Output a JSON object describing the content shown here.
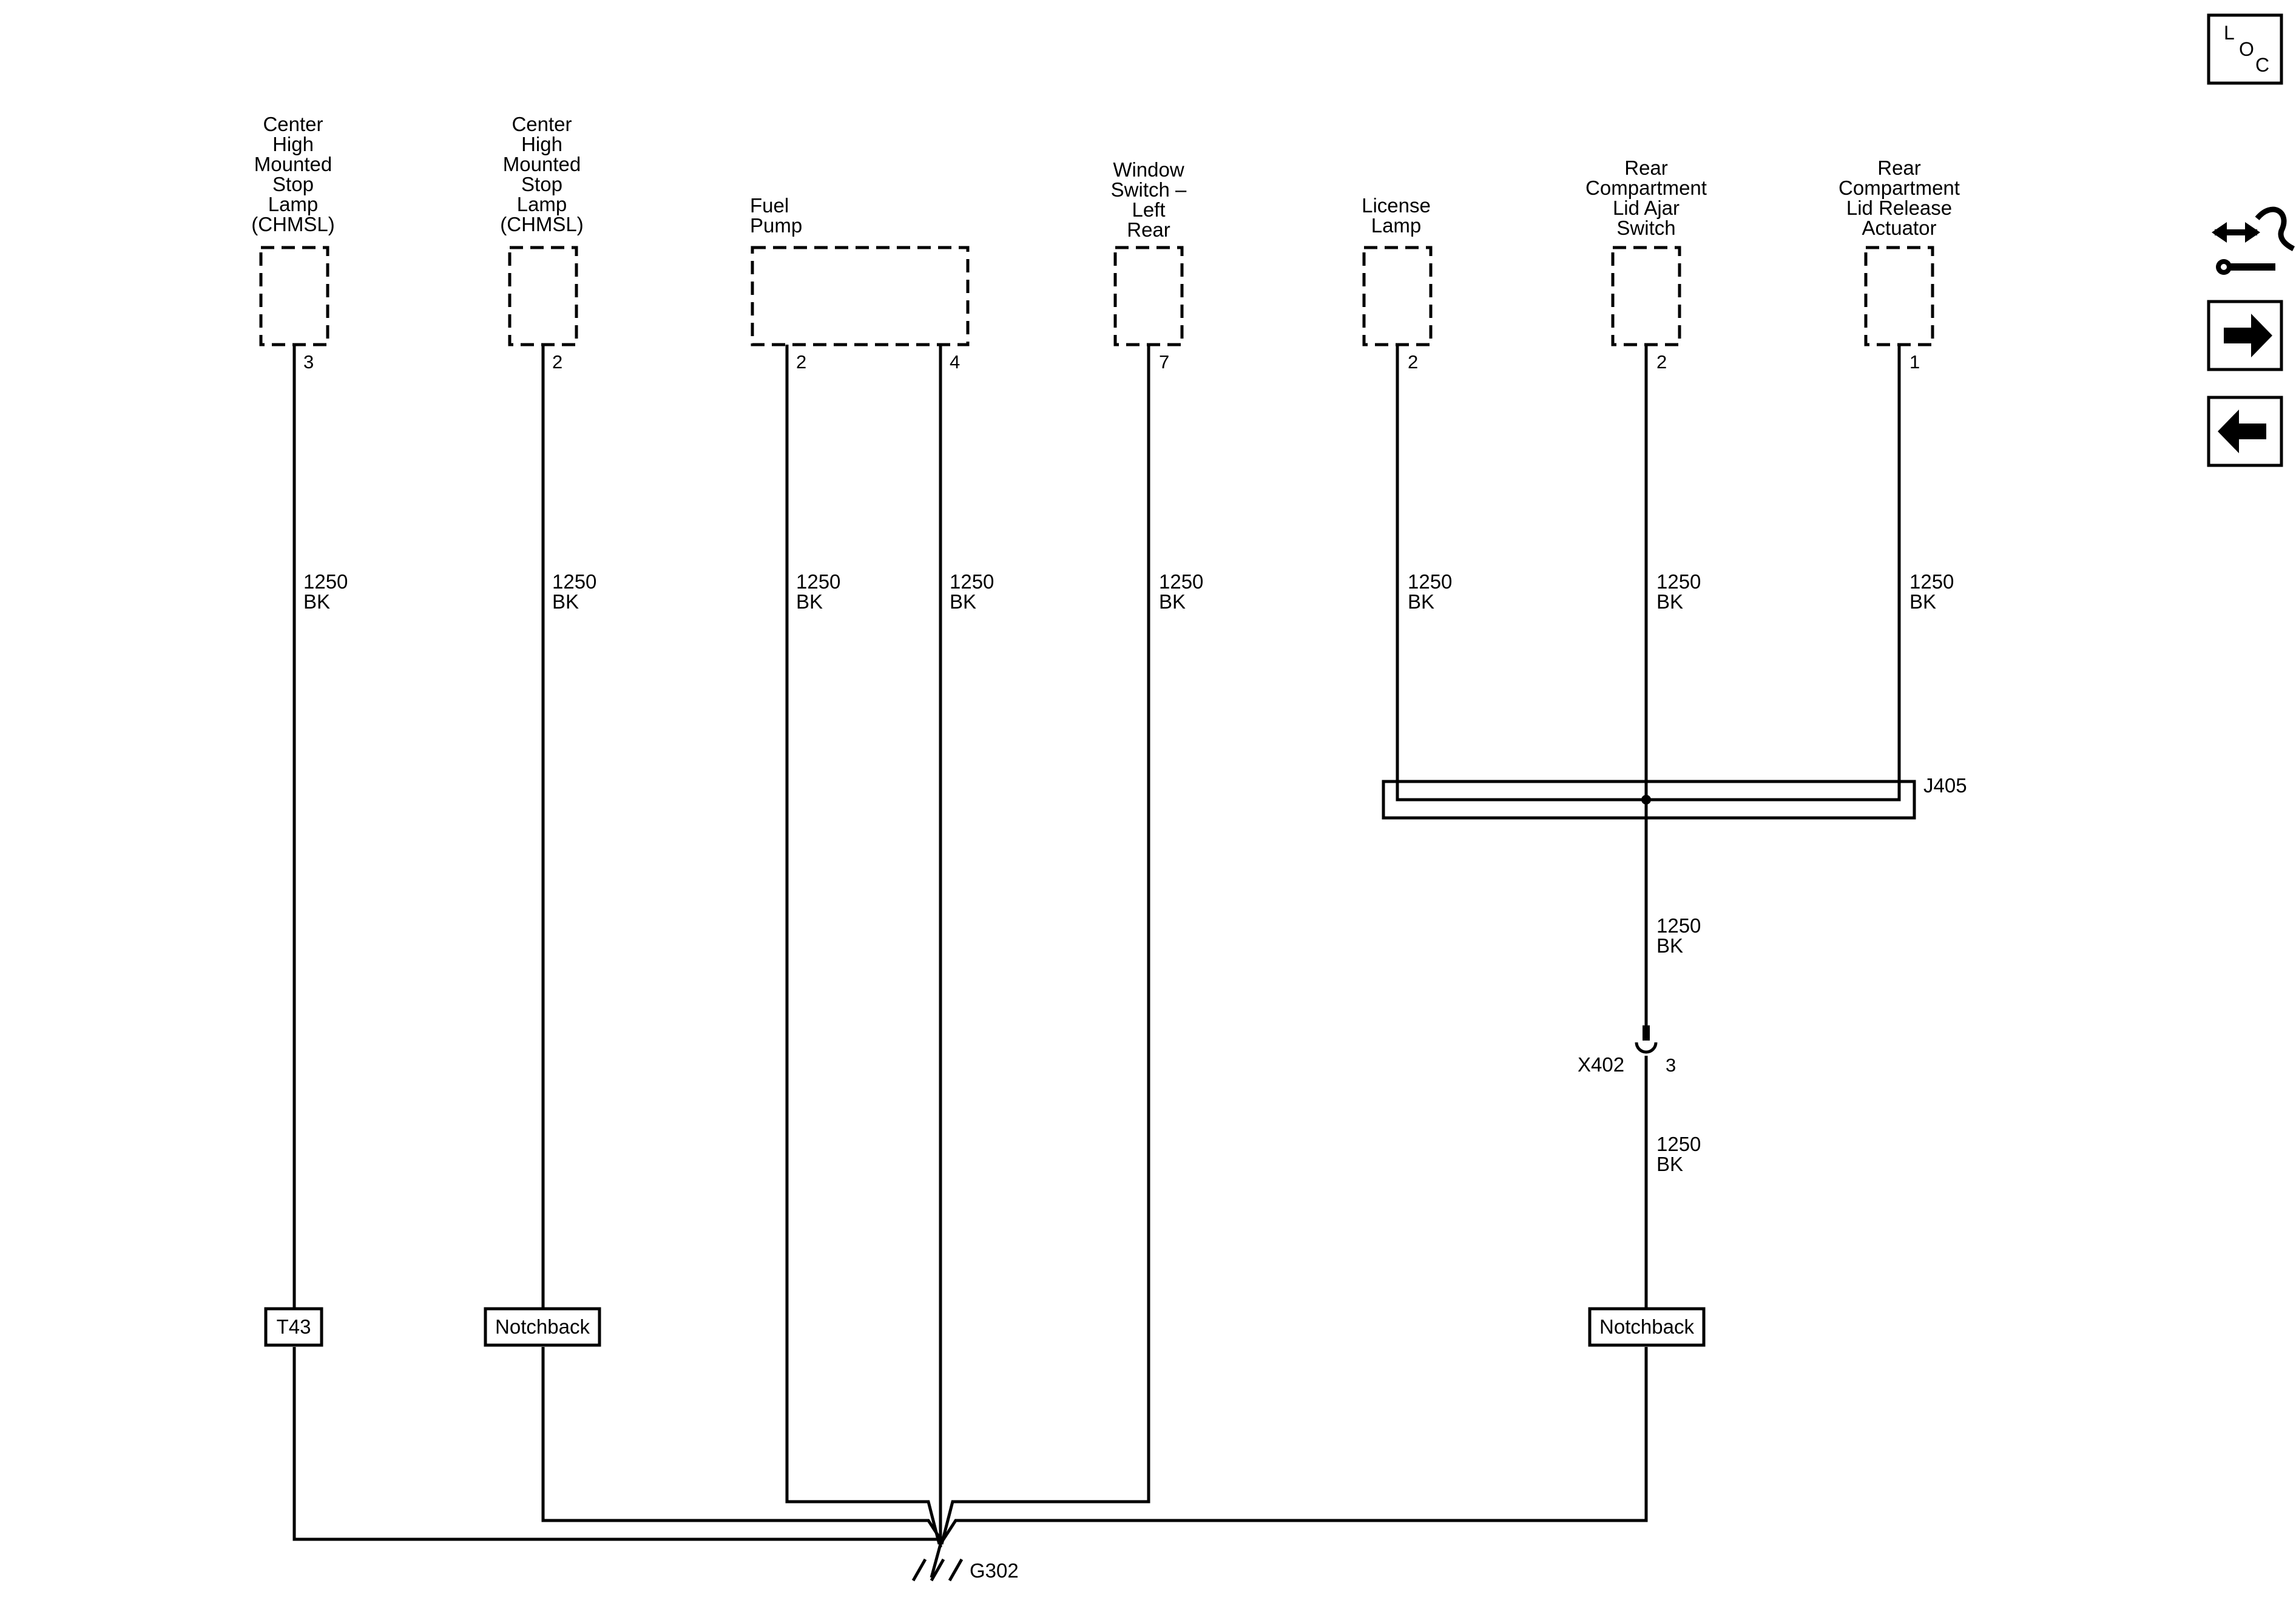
{
  "components": [
    {
      "id": "chmsl-t43",
      "label": [
        "Center",
        "High",
        "Mounted",
        "Stop",
        "Lamp",
        "(CHMSL)"
      ],
      "pins": [
        "3"
      ]
    },
    {
      "id": "chmsl-notchback",
      "label": [
        "Center",
        "High",
        "Mounted",
        "Stop",
        "Lamp",
        "(CHMSL)"
      ],
      "pins": [
        "2"
      ]
    },
    {
      "id": "fuel-pump",
      "label": [
        "Fuel",
        "Pump"
      ],
      "pins": [
        "2",
        "4"
      ]
    },
    {
      "id": "window-switch-lr",
      "label": [
        "Window",
        "Switch –",
        "Left",
        "Rear"
      ],
      "pins": [
        "7"
      ]
    },
    {
      "id": "license-lamp",
      "label": [
        "License",
        "Lamp"
      ],
      "pins": [
        "2"
      ]
    },
    {
      "id": "rear-lid-ajar-switch",
      "label": [
        "Rear",
        "Compartment",
        "Lid Ajar",
        "Switch"
      ],
      "pins": [
        "2"
      ]
    },
    {
      "id": "rear-lid-release-actuator",
      "label": [
        "Rear",
        "Compartment",
        "Lid Release",
        "Actuator"
      ],
      "pins": [
        "1"
      ]
    }
  ],
  "wire": {
    "circuit": "1250",
    "color": "BK"
  },
  "splice": {
    "label": "J405"
  },
  "inline_connector": {
    "label": "X402",
    "pin": "3"
  },
  "options": {
    "t43": "T43",
    "notchback_left": "Notchback",
    "notchback_right": "Notchback"
  },
  "ground": {
    "label": "G302"
  },
  "side_panel": {
    "loc": [
      "L",
      "O",
      "C"
    ],
    "buttons": [
      {
        "name": "connector-view-icon"
      },
      {
        "name": "next-arrow-icon"
      },
      {
        "name": "prev-arrow-icon"
      }
    ]
  }
}
